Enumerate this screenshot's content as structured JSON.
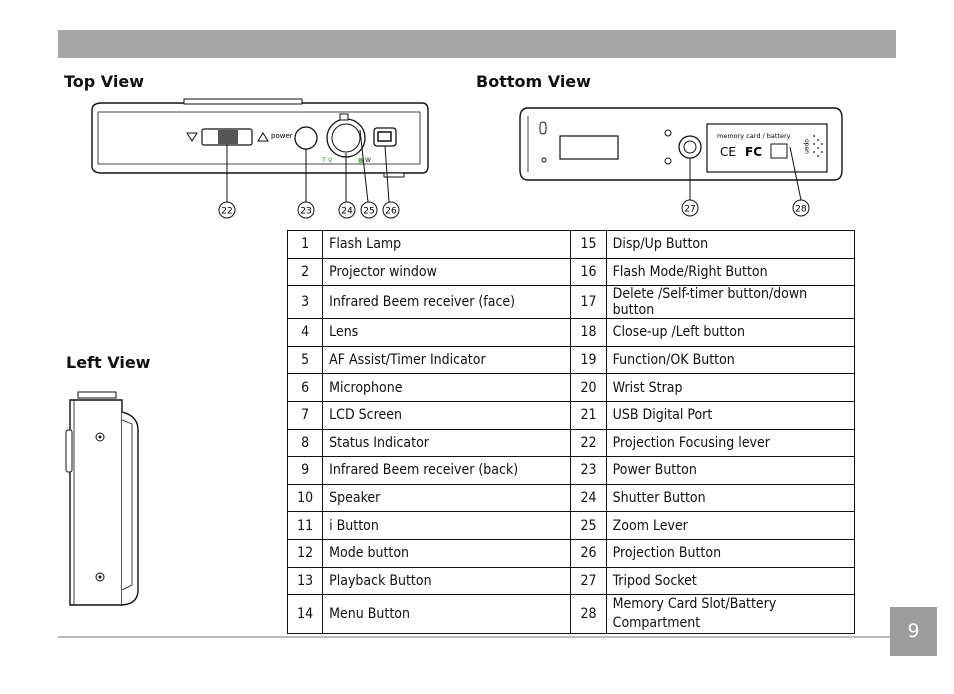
{
  "headings": {
    "top": "Top View",
    "bottom": "Bottom View",
    "left": "Left View"
  },
  "top_view": {
    "callouts": [
      "22",
      "23",
      "24",
      "25",
      "26"
    ],
    "power_label": "power",
    "zoom_t": "T",
    "zoom_w": "W"
  },
  "bottom_view": {
    "callouts": [
      "27",
      "28"
    ],
    "door_label": "memory card / battery",
    "open_label": "open"
  },
  "parts": [
    {
      "left": {
        "num": "1",
        "name": "Flash Lamp"
      },
      "right": {
        "num": "15",
        "name": "Disp/Up Button"
      }
    },
    {
      "left": {
        "num": "2",
        "name": "Projector window"
      },
      "right": {
        "num": "16",
        "name": "Flash Mode/Right Button"
      }
    },
    {
      "left": {
        "num": "3",
        "name": "Infrared Beem receiver (face)"
      },
      "right": {
        "num": "17",
        "name": "Delete /Self-timer button/down button"
      }
    },
    {
      "left": {
        "num": "4",
        "name": "Lens"
      },
      "right": {
        "num": "18",
        "name": "Close-up /Left button"
      }
    },
    {
      "left": {
        "num": "5",
        "name": "AF Assist/Timer Indicator"
      },
      "right": {
        "num": "19",
        "name": "Function/OK Button"
      }
    },
    {
      "left": {
        "num": "6",
        "name": "Microphone"
      },
      "right": {
        "num": "20",
        "name": "Wrist Strap"
      }
    },
    {
      "left": {
        "num": "7",
        "name": "LCD Screen"
      },
      "right": {
        "num": "21",
        "name": "USB Digital Port"
      }
    },
    {
      "left": {
        "num": "8",
        "name": "Status Indicator"
      },
      "right": {
        "num": "22",
        "name": "Projection Focusing lever"
      }
    },
    {
      "left": {
        "num": "9",
        "name": "Infrared Beem receiver (back)"
      },
      "right": {
        "num": "23",
        "name": "Power Button"
      }
    },
    {
      "left": {
        "num": "10",
        "name": "Speaker"
      },
      "right": {
        "num": "24",
        "name": "Shutter Button"
      }
    },
    {
      "left": {
        "num": "11",
        "name": "i Button"
      },
      "right": {
        "num": "25",
        "name": "Zoom Lever"
      }
    },
    {
      "left": {
        "num": "12",
        "name": "Mode button"
      },
      "right": {
        "num": "26",
        "name": "Projection Button"
      }
    },
    {
      "left": {
        "num": "13",
        "name": "Playback Button"
      },
      "right": {
        "num": "27",
        "name": "Tripod Socket"
      }
    },
    {
      "left": {
        "num": "14",
        "name": "Menu Button"
      },
      "right": {
        "num": "28",
        "name": "Memory Card Slot/Battery Compartment"
      }
    }
  ],
  "page_number": "9"
}
